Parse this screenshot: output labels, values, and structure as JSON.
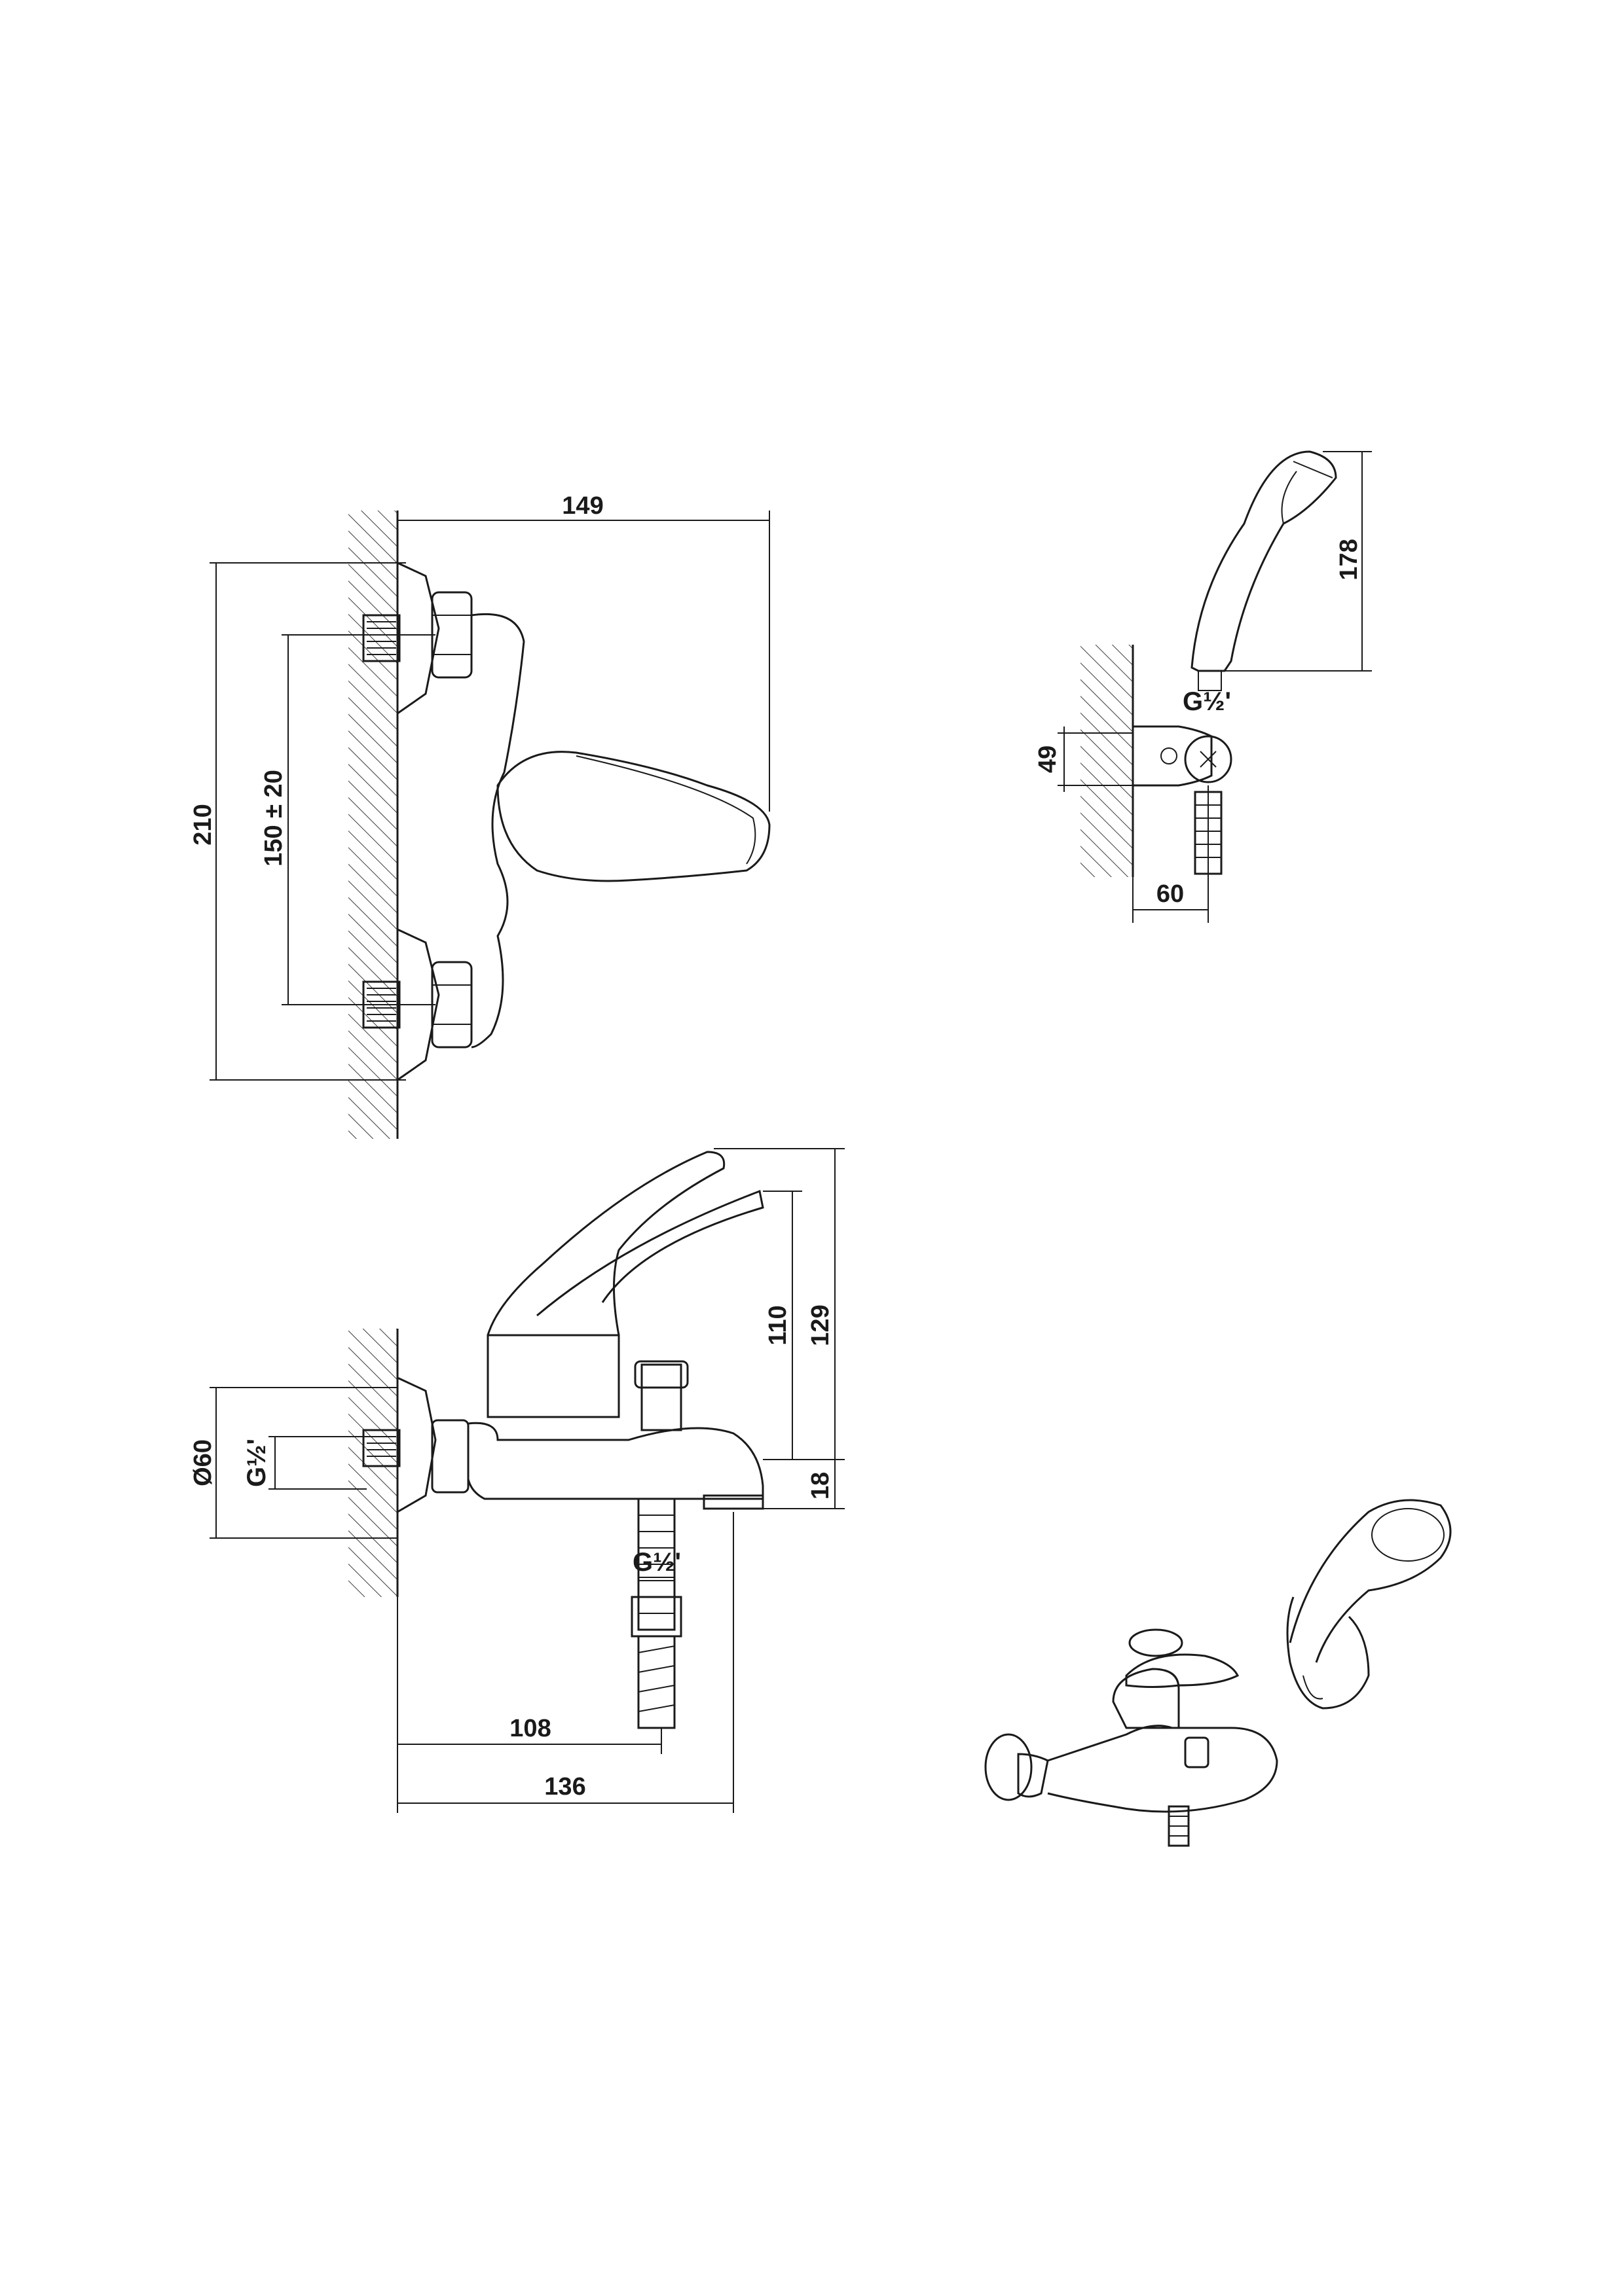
{
  "colors": {
    "ink": "#1a1a1a",
    "paper": "#ffffff"
  },
  "front_view": {
    "dim_width": "149",
    "dim_height": "210",
    "dim_centers": "150 ± 20"
  },
  "hand_shower": {
    "dim_length": "178",
    "dim_thread": "G½'",
    "dim_bracket_height": "49",
    "dim_bracket_depth": "60"
  },
  "side_view": {
    "dim_body_height_lever": "110",
    "dim_overall_height": "129",
    "dim_spout_height": "18",
    "dim_flange": "Ø60",
    "dim_inlet_thread": "G½'",
    "dim_outlet_thread": "G½'",
    "dim_outlet_offset": "108",
    "dim_overall_depth": "136"
  },
  "views": [
    "front-view",
    "hand-shower-view",
    "side-view",
    "isometric-view"
  ]
}
